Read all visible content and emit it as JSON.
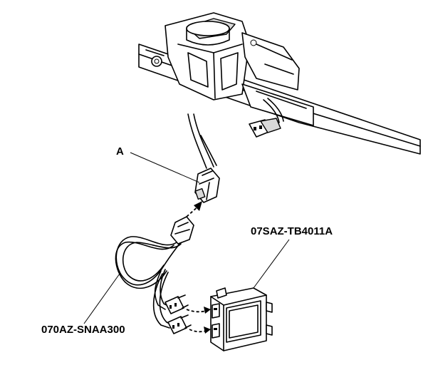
{
  "callouts": {
    "connector_a": "A",
    "unit_part_number": "07SAZ-TB4011A",
    "harness_part_number": "070AZ-SNAA300"
  }
}
